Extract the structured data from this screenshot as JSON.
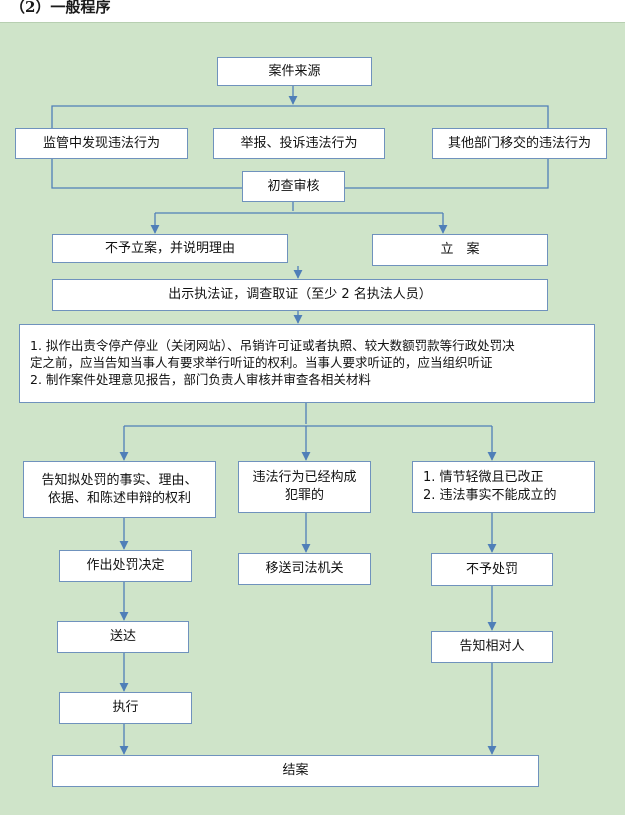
{
  "heading": "（2）一般程序",
  "nodes": {
    "source": "案件来源",
    "found": "监管中发现违法行为",
    "report": "举报、投诉违法行为",
    "transfer": "其他部门移交的违法行为",
    "review": "初查审核",
    "reject": "不予立案，并说明理由",
    "file": "立　案",
    "investigate": "出示执法证，调查取证（至少 2 名执法人员）",
    "steps": [
      "1. 拟作出责令停产停业（关闭网站）、吊销许可证或者执照、较大数额罚款等行政处罚决",
      "定之前，应当告知当事人有要求举行听证的权利。当事人要求听证的，应当组织听证",
      "2. 制作案件处理意见报告，部门负责人审核并审查各相关材料"
    ],
    "notify": [
      "告知拟处罚的事实、理由、",
      "依据、和陈述申辩的权利"
    ],
    "crime": [
      "违法行为已经构成",
      "犯罪的"
    ],
    "minor": [
      "1.  情节轻微且已改正",
      "2.  违法事实不能成立的"
    ],
    "decide": "作出处罚决定",
    "judicial": "移送司法机关",
    "no_penalty": "不予处罚",
    "deliver": "送达",
    "inform": "告知相对人",
    "execute": "执行",
    "close": "结案"
  }
}
